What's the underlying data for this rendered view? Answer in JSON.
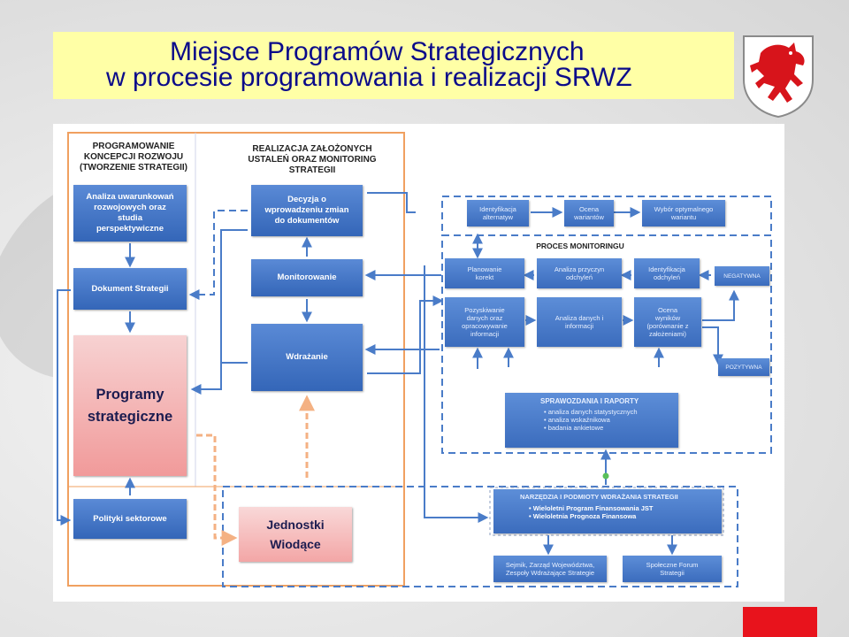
{
  "title": {
    "line1": "Miejsce Programów Strategicznych",
    "line2": "w procesie programowania i realizacji SRWZ"
  },
  "headers": {
    "left": "PROGRAMOWANIE\nKONCEPCJI ROZWOJU\n(TWORZENIE STRATEGII)",
    "middle": "REALIZACJA ZAŁOŻONYCH\nUSTALEŃ ORAZ MONITORING\nSTRATEGII",
    "proces": "PROCES MONITORINGU"
  },
  "boxes": {
    "analiza": "Analiza uwarunkowań\nrozwojowych oraz\nstudia\nperspektywiczne",
    "dokument": "Dokument Strategii",
    "programy": "Programy\nstrategiczne",
    "polityki": "Polityki sektorowe",
    "decyzja": "Decyzja o\nwprowadzeniu zmian\ndo dokumentów",
    "monitorowanie": "Monitorowanie",
    "wdrazanie": "Wdrażanie",
    "jednostki": "Jednostki\nWiodące",
    "identyfikacja_alt": "Identyfikacja\nalternatyw",
    "ocena_wariantow": "Ocena\nwariantów",
    "wybor": "Wybór optymalnego\nwariantu",
    "planowanie": "Planowanie\nkorekt",
    "analiza_przyczyn": "Analiza przyczyn\nodchyleń",
    "identyfikacja_odch": "Identyfikacja\nodchyleń",
    "negatywna": "NEGATYWNA",
    "pozyskiwanie": "Pozyskiwanie\ndanych oraz\nopracowywanie\ninformacji",
    "analiza_danych": "Analiza danych i\ninformacji",
    "ocena_wynikow": "Ocena\nwyników\n(porównanie z\nzałożeniami)",
    "pozytywna": "POZYTYWNA",
    "sprawozdania_title": "SPRAWOZDANIA I RAPORTY",
    "sprawozdania_items": [
      "analiza danych statystycznych",
      "analiza wskaźnikowa",
      "badania ankietowe"
    ],
    "narzedzia_title": "NARZĘDZIA I PODMIOTY WDRAŻANIA STRATEGII",
    "narzedzia_items": [
      "Wieloletni Program Finansowania JST",
      "Wieloletnia Prognoza Finansowa"
    ],
    "sejmik": "Sejmik, Zarząd Województwa,\nZespoły Wdrażające Strategie",
    "forum": "Społeczne Forum\nStrategii"
  },
  "colors": {
    "title_band": "#ffffa6",
    "title_text": "#0b0b8a",
    "box_blue": "#3f72c4",
    "arrow_blue": "#4a7cc8",
    "orange_frame": "#f0a060",
    "pink": "#f19a9a",
    "corner_red": "#e8131c",
    "shield_red": "#d7141b"
  }
}
